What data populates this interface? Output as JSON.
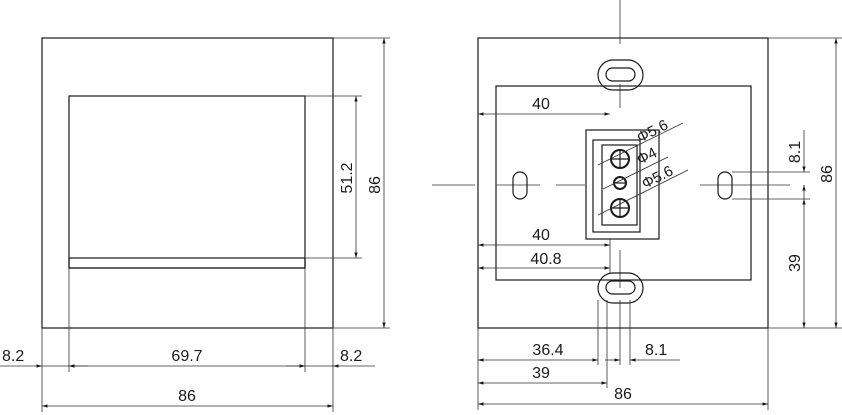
{
  "front_view": {
    "overall_width": "86",
    "overall_height": "86",
    "inner_width": "69.7",
    "inner_height": "51.2",
    "left_margin": "8.2",
    "right_margin": "8.2"
  },
  "back_view": {
    "overall_width": "86",
    "overall_height": "86",
    "dim_40_top": "40",
    "dim_40_mid": "40",
    "dim_40_8": "40.8",
    "dim_36_4": "36.4",
    "dim_39_bottom": "39",
    "dim_8_1_bottom": "8.1",
    "dim_8_1_right": "8.1",
    "dim_39_right": "39",
    "hole_1": "Φ5.6",
    "hole_2": "Φ4",
    "hole_3": "Φ5.6"
  }
}
